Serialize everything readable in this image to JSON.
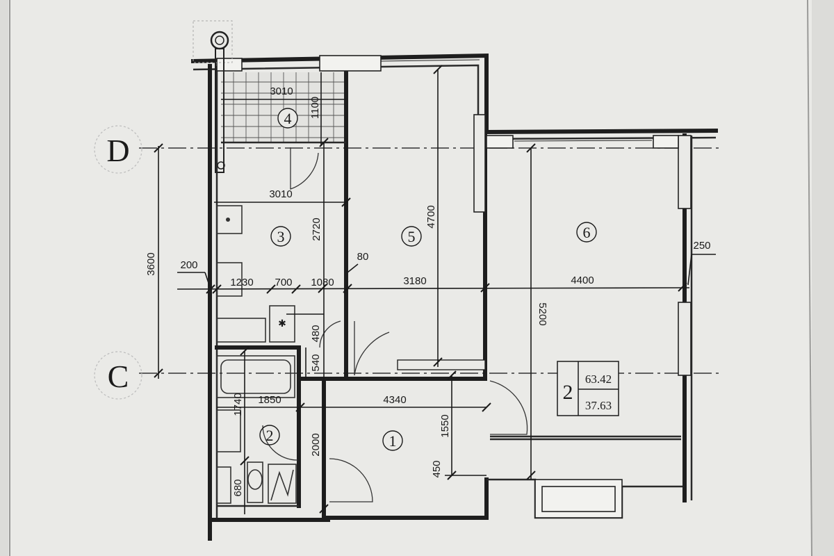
{
  "plan": {
    "axes": {
      "D": "D",
      "C": "C"
    },
    "rooms": {
      "r1": "1",
      "r2": "2",
      "r3": "3",
      "r4": "4",
      "r5": "5",
      "r6": "6"
    },
    "unit": {
      "number": "2",
      "total_area": "63.42",
      "living_area": "37.63"
    },
    "dimensions": {
      "d3600": "3600",
      "d200": "200",
      "d1230": "1230",
      "d700": "700",
      "d1080": "1080",
      "d80": "80",
      "d3180": "3180",
      "d4400": "4400",
      "d250": "250",
      "d3010_top": "3010",
      "d1100": "1100",
      "d3010_mid": "3010",
      "d2720": "2720",
      "d4700": "4700",
      "d5200": "5200",
      "d480": "480",
      "d540": "540",
      "d1740": "1740",
      "d1850": "1850",
      "d4340": "4340",
      "d2000": "2000",
      "d1550": "1550",
      "d450": "450",
      "d680": "680"
    }
  }
}
